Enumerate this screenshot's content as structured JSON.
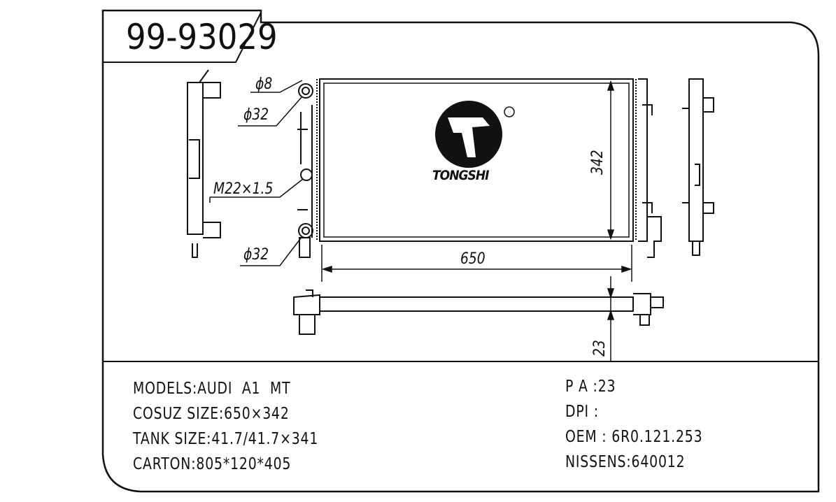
{
  "part_number": "99-93029",
  "drawing": {
    "callouts": {
      "inlet_small": "ϕ8",
      "inlet_top": "ϕ32",
      "thread": "M22×1.5",
      "outlet_bottom": "ϕ32"
    },
    "dimensions": {
      "width": "650",
      "height": "342",
      "thickness": "23"
    },
    "logo": {
      "brand": "TONGSHI",
      "registered": "®"
    }
  },
  "specs_left": [
    "MODELS:AUDI  A1  MT",
    "COSUZ SIZE:650×342",
    "TANK SIZE:41.7/41.7×341",
    "CARTON:805*120*405"
  ],
  "specs_right": [
    "P A :23",
    "DPI :",
    "OEM : 6R0.121.253",
    "NISSENS:640012"
  ]
}
